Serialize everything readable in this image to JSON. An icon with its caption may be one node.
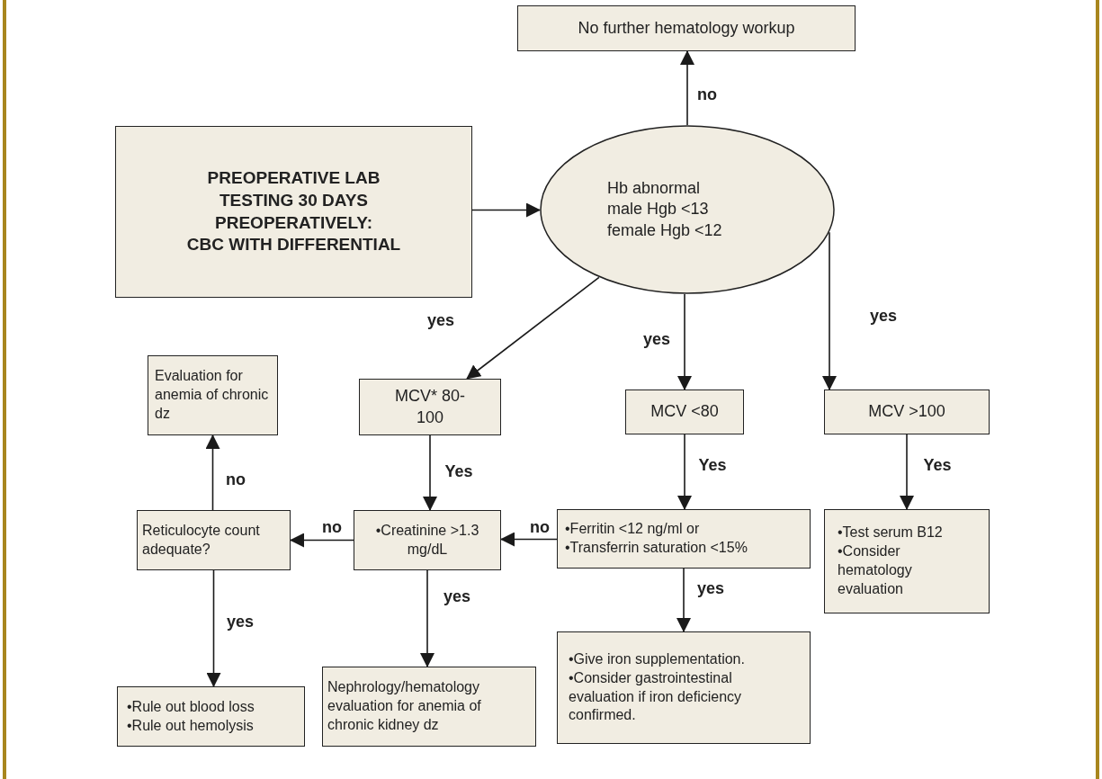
{
  "diagram": {
    "nodes": [
      {
        "text": [
          "No further hematology workup"
        ]
      },
      {
        "text": [
          "PREOPERATIVE LAB TESTING 30 DAYS PREOPERATIVELY:",
          "CBC WITH DIFFERENTIAL"
        ]
      },
      {
        "text": [
          "Hb abnormal",
          "male Hgb <13",
          "female Hgb <12"
        ]
      },
      {
        "text": [
          "MCV* 80-100"
        ]
      },
      {
        "text": [
          "MCV <80"
        ]
      },
      {
        "text": [
          "MCV >100"
        ]
      },
      {
        "text": [
          "Evaluation for anemia of chronic dz"
        ]
      },
      {
        "text": [
          "Reticulocyte count adequate?"
        ]
      },
      {
        "text": [
          "•Creatinine >1.3 mg/dL"
        ]
      },
      {
        "text": [
          "•Ferritin <12 ng/ml or",
          "•Transferrin saturation <15%"
        ]
      },
      {
        "text": [
          "•Test serum B12",
          "•Consider hematology evaluation"
        ]
      },
      {
        "text": [
          "•Rule out blood loss",
          "•Rule out hemolysis"
        ]
      },
      {
        "text": [
          "Nephrology/hematology evaluation for anemia of chronic kidney dz"
        ]
      },
      {
        "text": [
          "•Give iron supplementation.",
          "•Consider gastrointestinal evaluation if iron deficiency confirmed."
        ]
      }
    ],
    "edges": [
      {
        "from": 1,
        "to": 2,
        "arrow": "to"
      },
      {
        "from": 2,
        "to": 0,
        "arrow": "to",
        "label": "no"
      },
      {
        "from": 2,
        "to": 3,
        "arrow": "to",
        "label": "yes"
      },
      {
        "from": 2,
        "to": 4,
        "arrow": "to",
        "label": "yes"
      },
      {
        "from": 2,
        "to": 5,
        "arrow": "to",
        "label": "yes"
      },
      {
        "from": 3,
        "to": 8,
        "arrow": "to",
        "label": "Yes"
      },
      {
        "from": 4,
        "to": 9,
        "arrow": "to",
        "label": "Yes"
      },
      {
        "from": 5,
        "to": 10,
        "arrow": "to",
        "label": "Yes"
      },
      {
        "from": 9,
        "to": 8,
        "arrow": "to",
        "label": "no"
      },
      {
        "from": 8,
        "to": 7,
        "arrow": "to",
        "label": "no"
      },
      {
        "from": 7,
        "to": 6,
        "arrow": "to",
        "label": "no"
      },
      {
        "from": 7,
        "to": 11,
        "arrow": "to",
        "label": "yes"
      },
      {
        "from": 8,
        "to": 12,
        "arrow": "to",
        "label": "yes"
      },
      {
        "from": 9,
        "to": 13,
        "arrow": "to",
        "label": "yes"
      }
    ]
  }
}
